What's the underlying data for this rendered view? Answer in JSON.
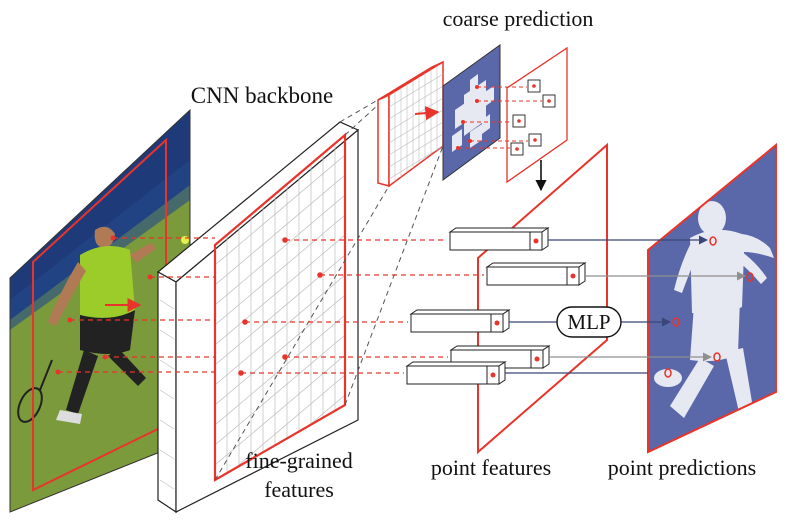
{
  "labels": {
    "coarse_prediction": "coarse prediction",
    "cnn_backbone": "CNN backbone",
    "fine_grained_line1": "fine-grained",
    "fine_grained_line2": "features",
    "point_features": "point features",
    "point_predictions": "point predictions",
    "mlp": "MLP"
  },
  "colors": {
    "accent_red": "#e8342a",
    "mask_blue": "#5a68aa",
    "mask_white": "#e6e8f2",
    "grid_gray": "#bdbdbd",
    "arrow_dark": "#3a4677",
    "arrow_gray": "#8f8f8f"
  }
}
